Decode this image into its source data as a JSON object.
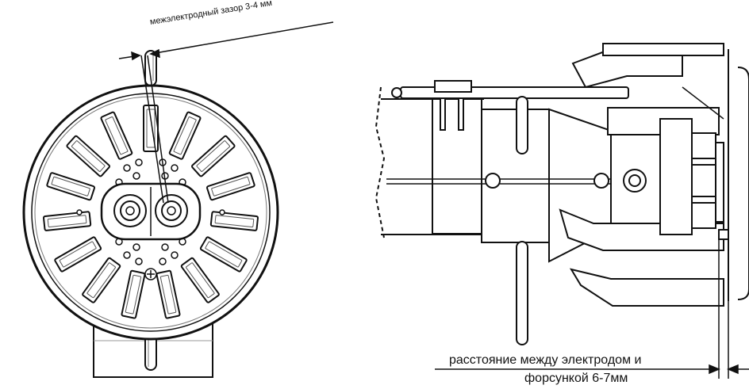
{
  "labels": {
    "electrode_gap": "межэлектродный зазор 3-4 мм",
    "electrode_nozzle_distance_line1": "расстояние между электродом и",
    "electrode_nozzle_distance_line2": "форсункой 6-7мм"
  },
  "colors": {
    "line": "#111111",
    "background": "#ffffff"
  }
}
